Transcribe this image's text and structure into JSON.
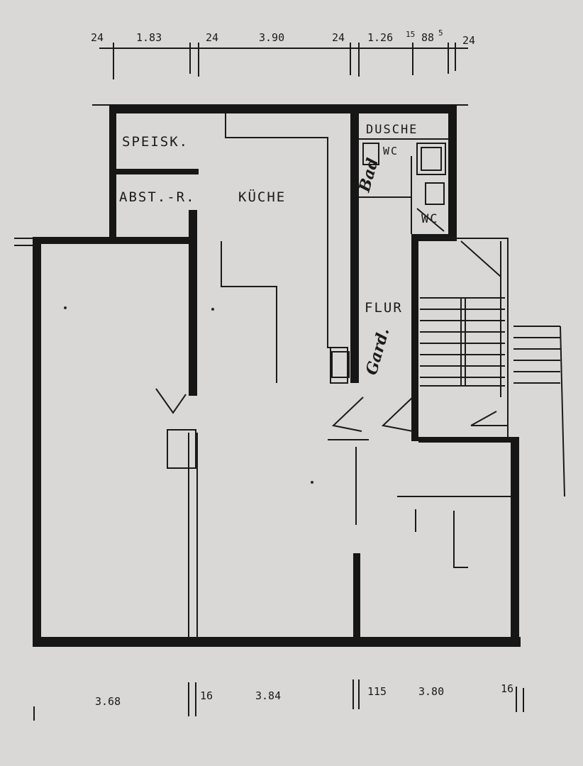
{
  "dimensions_top": [
    "24",
    "1.83",
    "24",
    "3.90",
    "24",
    "1.26",
    "15",
    "88",
    "5",
    "24"
  ],
  "dimensions_bottom": [
    "3.68",
    "16",
    "3.84",
    "115",
    "3.80",
    "16"
  ],
  "rooms": {
    "speisekammer": "SPEISK.",
    "abstellraum": "ABST.-R.",
    "kueche": "KÜCHE",
    "dusche": "DUSCHE",
    "wc_bad": "WC",
    "bad": "Bad",
    "wc": "WC",
    "flur": "FLUR",
    "garderobe": "Gard."
  },
  "colors": {
    "paper": "#d9d8d6",
    "ink": "#161616"
  }
}
